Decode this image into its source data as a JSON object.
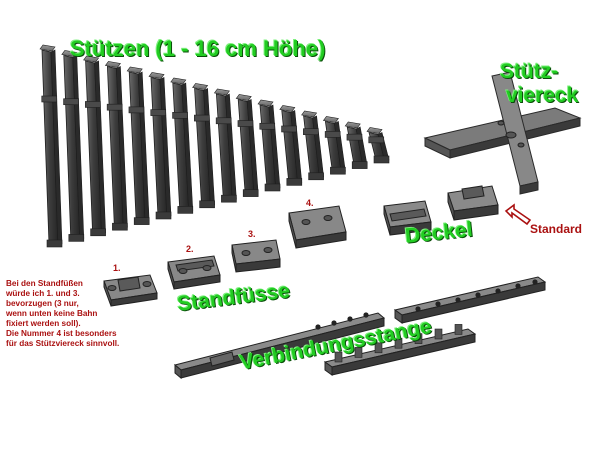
{
  "labels": {
    "title": "Stützen (1 - 16 cm Höhe)",
    "stuetzviereck_line1": "Stütz-",
    "stuetzviereck_line2": "viereck",
    "deckel": "Deckel",
    "standard": "Standard",
    "standfuesse": "Standfüsse",
    "verbindungsstange": "Verbindungsstange",
    "num1": "1.",
    "num2": "2.",
    "num3": "3.",
    "num4": "4."
  },
  "note": "Bei den Standfüßen\nwürde ich 1. und 3.\nbevorzugen (3 nur,\nwenn unten keine Bahn\nfixiert werden soll).\nDie Nummer 4 ist besonders\nfür das Stützviereck sinnvoll.",
  "colors": {
    "label_green": "#22cc22",
    "note_red": "#aa1111",
    "part_dark": "#3a3a3a",
    "part_mid": "#555555",
    "part_light": "#8a8a8a"
  },
  "icons": [
    "arrow-left-icon"
  ]
}
